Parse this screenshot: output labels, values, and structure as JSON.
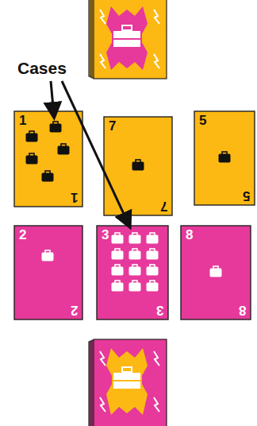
{
  "diagram": {
    "nodes": [
      {
        "text": [
          "1",
          "1"
        ]
      },
      {
        "text": [
          "7",
          "7"
        ]
      },
      {
        "text": [
          "5",
          "5"
        ]
      },
      {
        "text": [
          "2",
          "2"
        ]
      },
      {
        "text": [
          "3",
          "3"
        ]
      },
      {
        "text": [
          "8",
          "8"
        ]
      }
    ],
    "labels": [
      "Cases"
    ]
  }
}
